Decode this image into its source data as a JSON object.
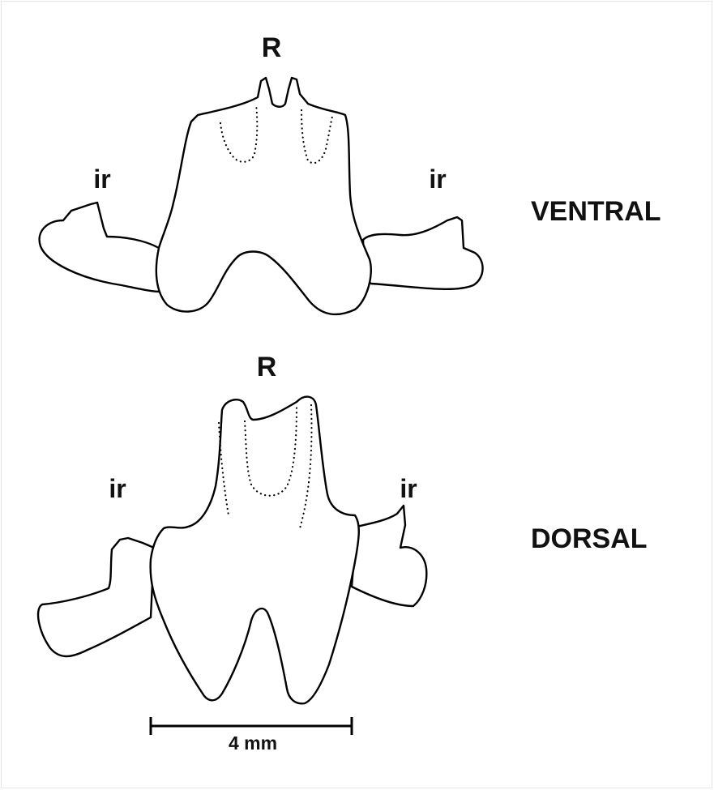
{
  "labels": {
    "ventral_rostrum": "R",
    "ventral_ir_left": "ir",
    "ventral_ir_right": "ir",
    "ventral_view": "VENTRAL",
    "dorsal_rostrum": "R",
    "dorsal_ir_left": "ir",
    "dorsal_ir_right": "ir",
    "dorsal_view": "DORSAL"
  },
  "scale_bar": {
    "label": "4 mm"
  },
  "colors": {
    "line": "#000000",
    "background": "#ffffff",
    "text": "#111111"
  }
}
